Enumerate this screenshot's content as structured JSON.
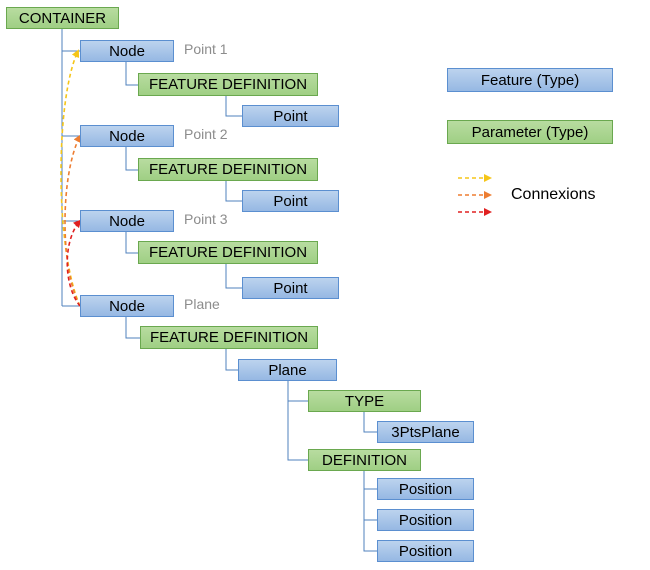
{
  "tree": {
    "container": "CONTAINER",
    "nodes": [
      {
        "label": "Node",
        "caption": "Point 1",
        "feature_definition": "FEATURE DEFINITION",
        "feature": "Point"
      },
      {
        "label": "Node",
        "caption": "Point 2",
        "feature_definition": "FEATURE DEFINITION",
        "feature": "Point"
      },
      {
        "label": "Node",
        "caption": "Point 3",
        "feature_definition": "FEATURE DEFINITION",
        "feature": "Point"
      },
      {
        "label": "Node",
        "caption": "Plane",
        "feature_definition": "FEATURE DEFINITION",
        "feature": "Plane"
      }
    ],
    "plane_children": {
      "type_param": "TYPE",
      "type_value": "3PtsPlane",
      "definition_param": "DEFINITION",
      "positions": [
        "Position",
        "Position",
        "Position"
      ]
    }
  },
  "legend": {
    "feature_label": "Feature (Type)",
    "parameter_label": "Parameter (Type)",
    "connexions_label": "Connexions"
  },
  "colors": {
    "feature_fill": "#a9c4ea",
    "feature_border": "#5b8fd0",
    "parameter_fill": "#a8d48f",
    "parameter_border": "#6aa84f",
    "connector_line": "#4f81bd",
    "connexion_1": "#f5c518",
    "connexion_2": "#ed7d31",
    "connexion_3": "#e02020"
  }
}
